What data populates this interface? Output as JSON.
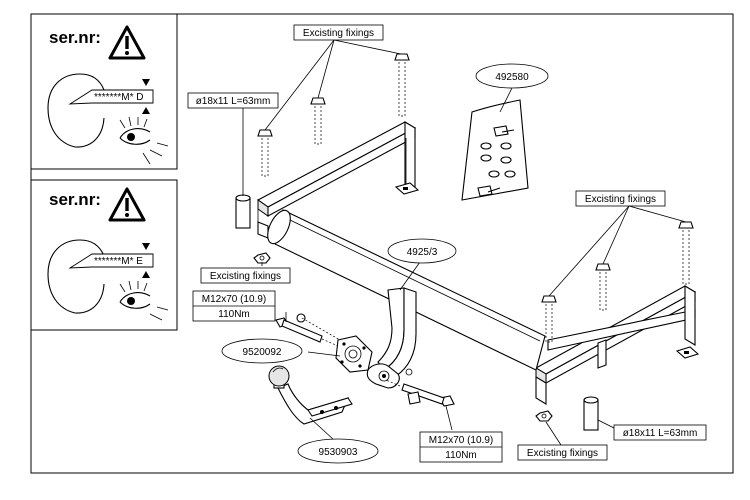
{
  "serial_panels": [
    {
      "heading": "ser.nr:",
      "code": "*******M* D",
      "marker": "D"
    },
    {
      "heading": "ser.nr:",
      "code": "*******M* E",
      "marker": "E"
    }
  ],
  "callouts": {
    "existing_fixings_top": "Excisting fixings",
    "existing_fixings_left": "Excisting fixings",
    "existing_fixings_right": "Excisting fixings",
    "existing_fixings_bottom": "Excisting fixings",
    "pin_left": "ø18x11 L=63mm",
    "pin_right": "ø18x11 L=63mm",
    "kit_number": "492580",
    "crossbar_number": "4925/3",
    "socket_plate_number": "9520092",
    "ball_number": "9530903"
  },
  "bolt_specs": [
    {
      "size": "M12x70 (10.9)",
      "torque": "110Nm"
    },
    {
      "size": "M12x70 (10.9)",
      "torque": "110Nm"
    }
  ]
}
